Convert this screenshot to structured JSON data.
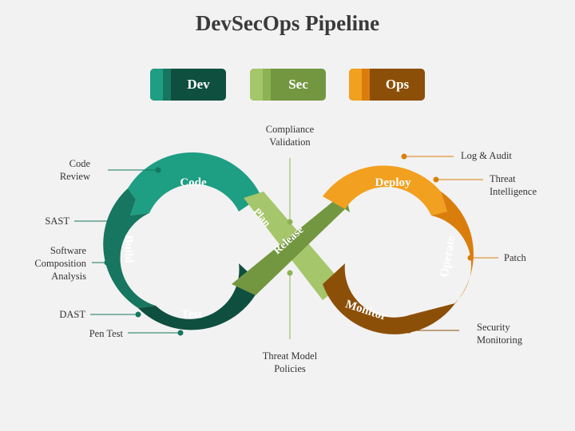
{
  "title": "DevSecOps Pipeline",
  "legend": {
    "dev": {
      "label": "Dev",
      "colors": [
        "#1e9e82",
        "#17765f",
        "#0f4f40"
      ]
    },
    "sec": {
      "label": "Sec",
      "colors": [
        "#a5c66a",
        "#8db254",
        "#739740"
      ]
    },
    "ops": {
      "label": "Ops",
      "colors": [
        "#f2a01f",
        "#d97e0d",
        "#8c4f08"
      ]
    }
  },
  "segments": {
    "code": "Code",
    "build": "Build",
    "test": "Test",
    "plan": "Plan",
    "release": "Release",
    "deploy": "Deploy",
    "operate": "Operate",
    "monitor": "Monitor"
  },
  "annotations": {
    "code_review": [
      "Code",
      "Review"
    ],
    "sast": "SAST",
    "sca": [
      "Software",
      "Composition",
      "Analysis"
    ],
    "dast": "DAST",
    "pen_test": "Pen Test",
    "compliance": [
      "Compliance",
      "Validation"
    ],
    "threat_model": [
      "Threat Model",
      "Policies"
    ],
    "log_audit": "Log & Audit",
    "threat_intel": [
      "Threat",
      "Intelligence"
    ],
    "patch": "Patch",
    "security_monitoring": [
      "Security",
      "Monitoring"
    ]
  }
}
